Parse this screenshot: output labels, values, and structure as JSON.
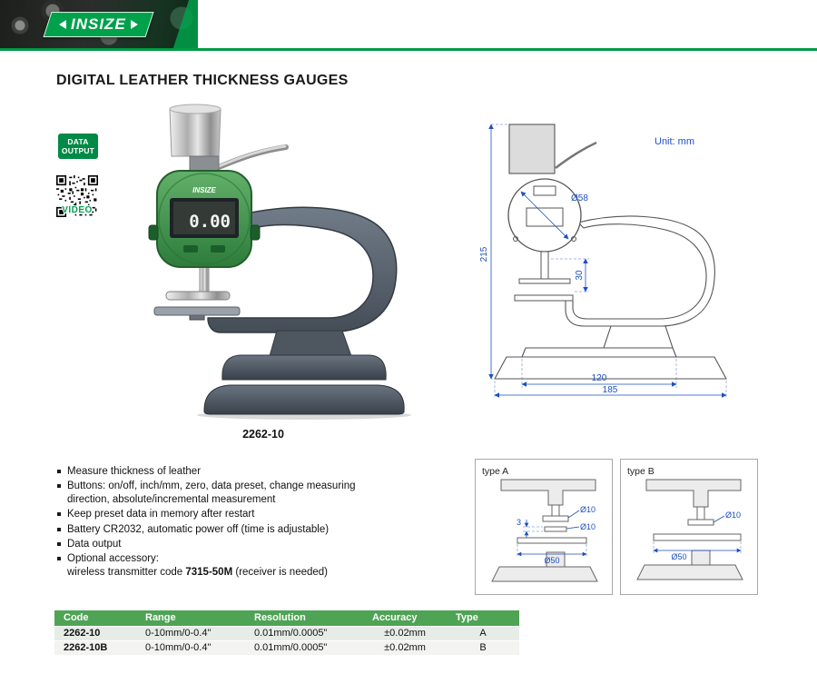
{
  "brand": {
    "logo_text": "INSIZE"
  },
  "page_title": "DIGITAL LEATHER THICKNESS GAUGES",
  "badges": {
    "data_output": [
      "DATA",
      "OUTPUT"
    ],
    "video_label": "VIDEO"
  },
  "product": {
    "caption": "2262-10",
    "dial_brand": "INSIZE",
    "lcd_value": "0.00"
  },
  "tech_drawing": {
    "unit_label": "Unit: mm",
    "dim_diameter": "Ø58",
    "dim_height": "215",
    "dim_stroke": "30",
    "dim_width_inner": "120",
    "dim_width_outer": "185"
  },
  "features": [
    "Measure thickness of leather",
    "Buttons: on/off, inch/mm, zero, data preset, change measuring direction, absolute/incremental measurement",
    "Keep preset data in memory after restart",
    "Battery CR2032, automatic power off (time is adjustable)",
    "Data output",
    "Optional accessory:"
  ],
  "accessory_note": {
    "prefix": "wireless transmitter code ",
    "code": "7315-50M",
    "suffix": " (receiver is needed)"
  },
  "type_a": {
    "label": "type A",
    "dim_tip_upper": "Ø10",
    "dim_tip_lower": "Ø10",
    "dim_gap": "3",
    "dim_table": "Ø50"
  },
  "type_b": {
    "label": "type B",
    "dim_tip": "Ø10",
    "dim_table": "Ø50"
  },
  "table": {
    "headers": [
      "Code",
      "Range",
      "Resolution",
      "Accuracy",
      "Type"
    ],
    "rows": [
      [
        "2262-10",
        "0-10mm/0-0.4\"",
        "0.01mm/0.0005\"",
        "±0.02mm",
        "A"
      ],
      [
        "2262-10B",
        "0-10mm/0-0.4\"",
        "0.01mm/0.0005\"",
        "±0.02mm",
        "B"
      ]
    ]
  },
  "colors": {
    "brand_green": "#00a14b",
    "rule_green": "#009a44",
    "table_header_green": "#4fa355",
    "dimension_blue": "#1e4fc2",
    "dial_green": "#3f8f4a"
  }
}
